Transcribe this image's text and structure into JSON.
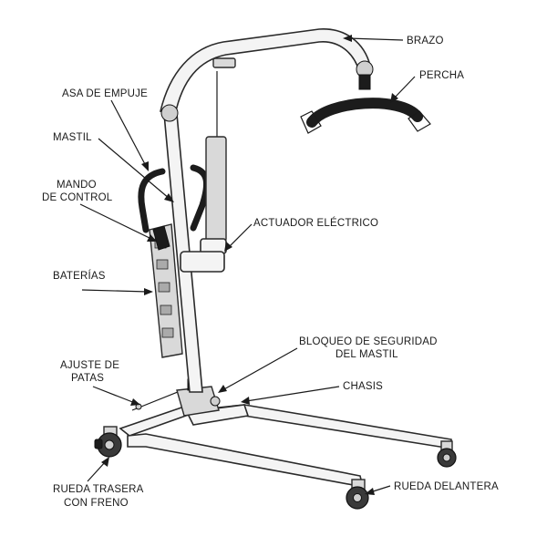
{
  "labels": {
    "brazo": "BRAZO",
    "percha": "PERCHA",
    "asa_empuje": "ASA DE EMPUJE",
    "mastil": "MASTIL",
    "mando_1": "MANDO",
    "mando_2": "DE CONTROL",
    "actuador": "ACTUADOR ELÉCTRICO",
    "baterias": "BATERÍAS",
    "bloqueo_1": "BLOQUEO DE SEGURIDAD",
    "bloqueo_2": "DEL MASTIL",
    "ajuste_1": "AJUSTE DE",
    "ajuste_2": "PATAS",
    "chasis": "CHASIS",
    "rueda_trasera_1": "RUEDA TRASERA",
    "rueda_trasera_2": "CON FRENO",
    "rueda_delantera": "RUEDA DELANTERA"
  }
}
